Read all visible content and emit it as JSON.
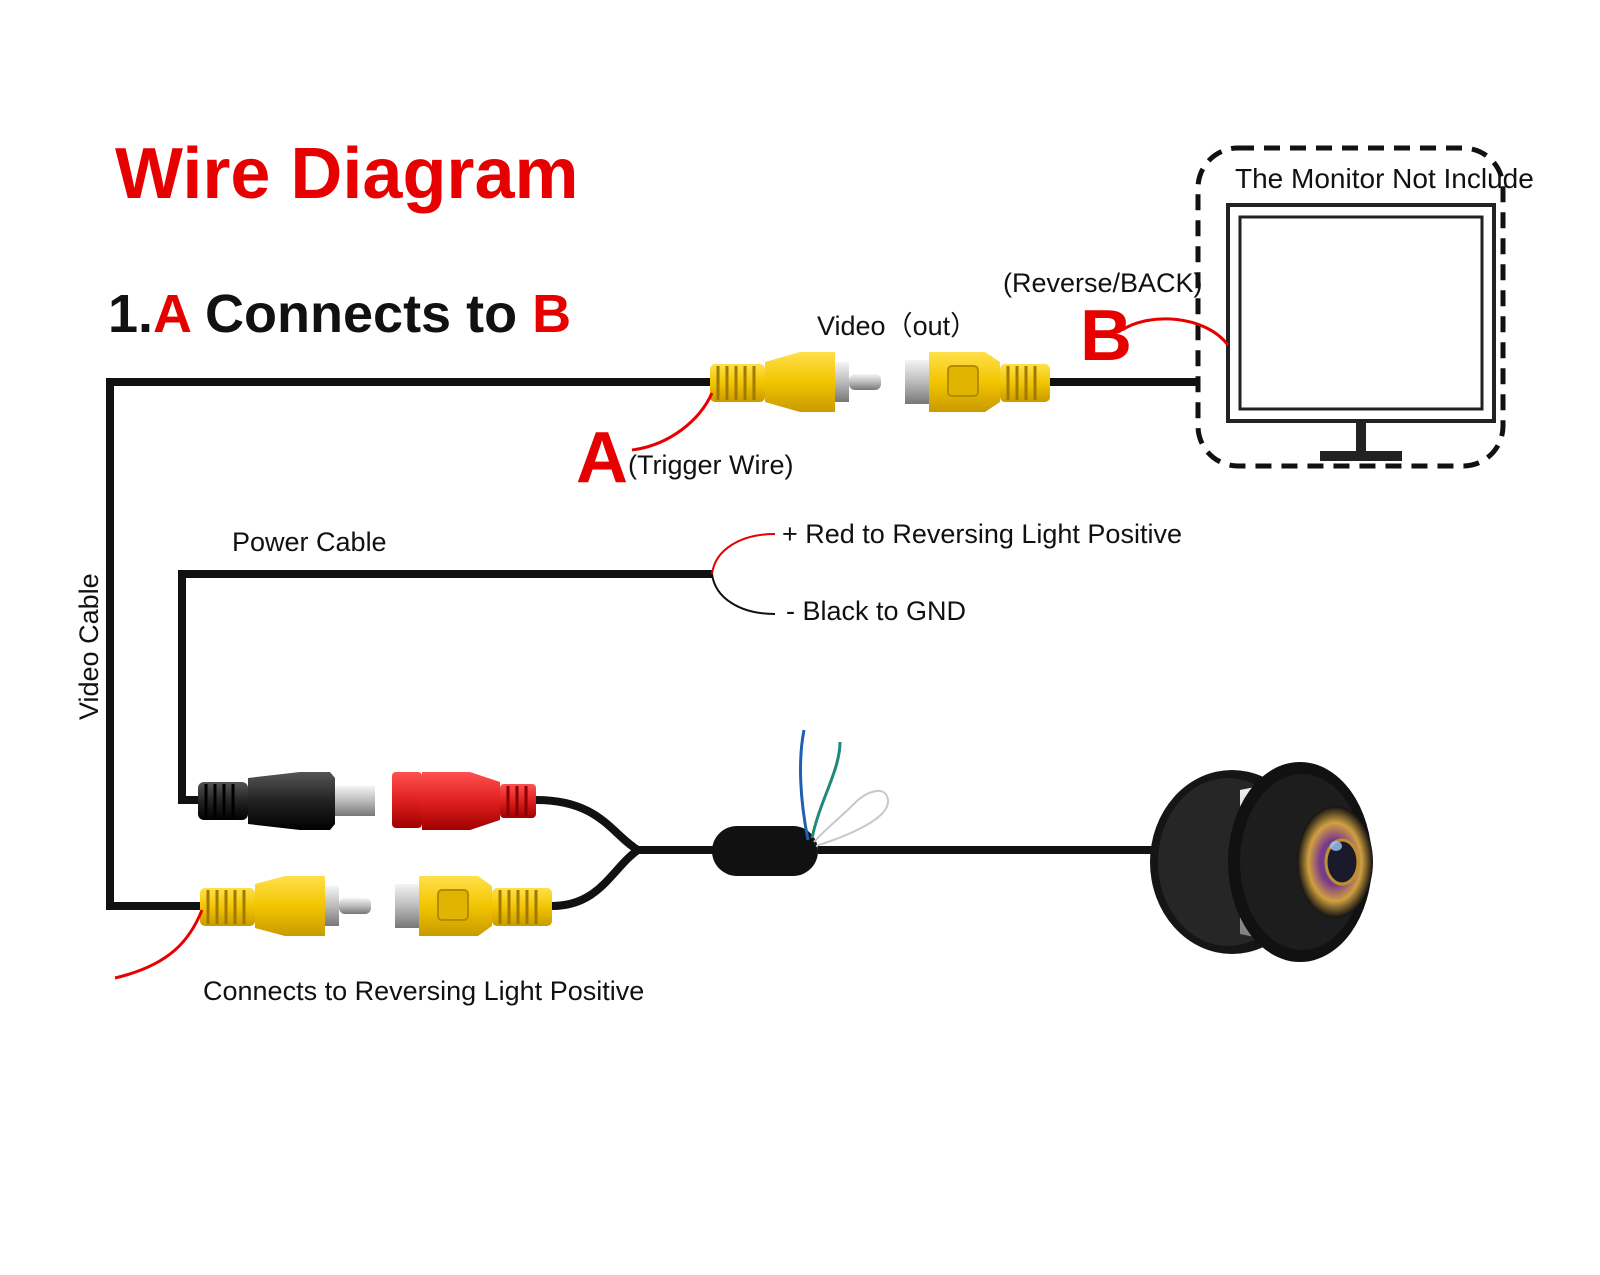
{
  "diagram": {
    "title": "Wire Diagram",
    "subtitle": {
      "prefix": "1.",
      "a": "A",
      "middle": " Connects to ",
      "b": "B"
    },
    "monitor_label": "The Monitor Not Include",
    "reverse_back_label": "(Reverse/BACK)",
    "marker_b": "B",
    "marker_a": "A",
    "video_out_label": "Video（out）",
    "trigger_wire_label": "(Trigger Wire)",
    "power_cable_label": "Power Cable",
    "red_positive_label": "+ Red to Reversing Light Positive",
    "black_gnd_label": "- Black to GND",
    "video_cable_label": "Video Cable",
    "reversing_light_label": "Connects to Reversing Light Positive"
  },
  "colors": {
    "accent_red": "#e60000",
    "rca_yellow": "#f2c500",
    "wire_black": "#111111",
    "power_red": "#e02020"
  },
  "icons": [
    "monitor-icon",
    "rca-connector-icon",
    "dc-power-plug-icon",
    "backup-camera-icon"
  ]
}
